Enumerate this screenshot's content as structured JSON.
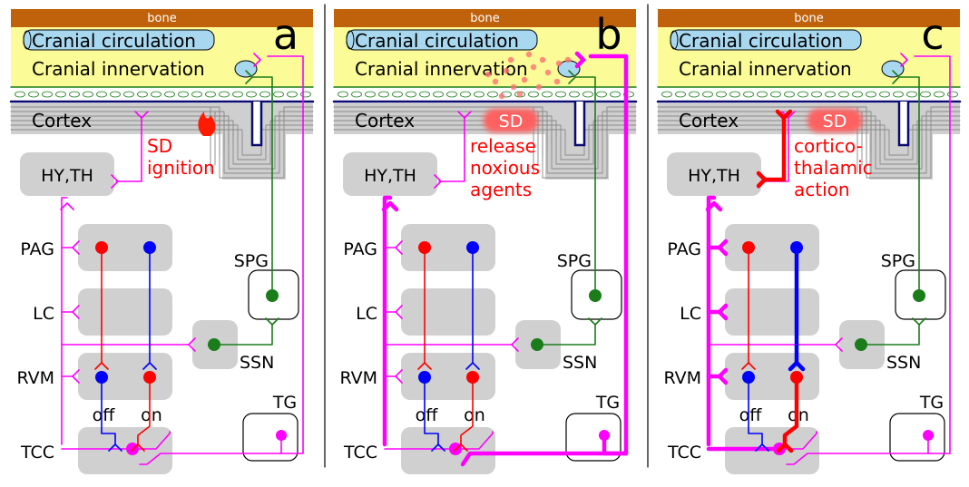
{
  "panels": [
    {
      "letter": "a",
      "sd_label": "",
      "sd_note": [
        "SD",
        "ignition"
      ],
      "show_flame": true,
      "show_particles": false,
      "show_sd_blob": false,
      "show_corticothalamic": false,
      "bold_descending": false,
      "bold_rvm_on": false,
      "bold_peripheral": false
    },
    {
      "letter": "b",
      "sd_label": "SD",
      "sd_note": [
        "release",
        "noxious",
        "agents"
      ],
      "show_flame": false,
      "show_particles": true,
      "show_sd_blob": true,
      "show_corticothalamic": false,
      "bold_descending": false,
      "bold_rvm_on": false,
      "bold_peripheral": true
    },
    {
      "letter": "c",
      "sd_label": "SD",
      "sd_note": [
        "cortico-",
        "thalamic",
        "action"
      ],
      "show_flame": false,
      "show_particles": false,
      "show_sd_blob": true,
      "show_corticothalamic": true,
      "bold_descending": true,
      "bold_rvm_on": true,
      "bold_peripheral": false
    }
  ],
  "labels": {
    "bone": "bone",
    "cranial_circulation": "Cranial circulation",
    "cranial_innervation": "Cranial innervation",
    "cortex": "Cortex",
    "hy_th": "HY,TH",
    "pag": "PAG",
    "lc": "LC",
    "rvm": "RVM",
    "tcc": "TCC",
    "spg": "SPG",
    "ssn": "SSN",
    "tg": "TG",
    "off": "off",
    "on": "on"
  },
  "colors": {
    "bone": "#c0620c",
    "circulation_fill": "#a8d8f0",
    "innervation_fill": "#fbfb98",
    "gray_box": "#d0d0d0",
    "magenta": "#ff00ff",
    "green": "#1a7d1a",
    "red": "#ff0000",
    "blue": "#0000ff",
    "navy": "#0a0a70",
    "sd_glow": "#ff6060"
  }
}
